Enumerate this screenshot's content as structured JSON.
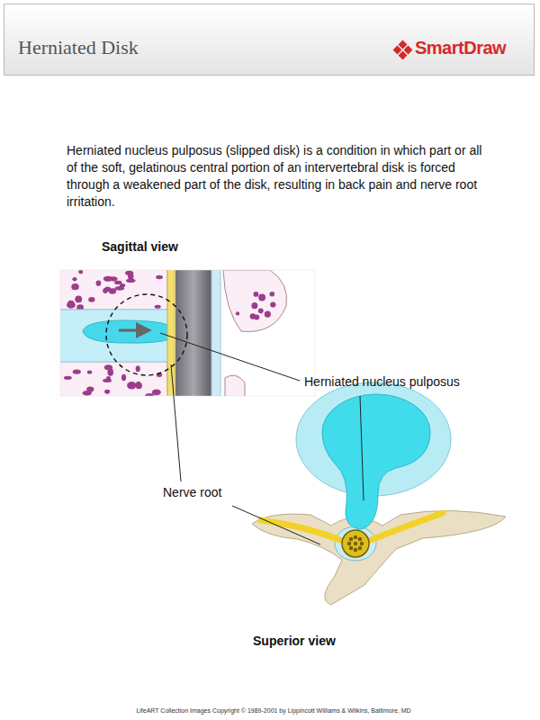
{
  "diagram": {
    "title": "Herniated Disk",
    "labels": [
      "SmartDraw",
      "Herniated nucleus pulposus (slipped disk) is a condition in which part or all of the soft, gelatinous central portion of an intervertebral disk is forced through a weakened part of the disk, resulting in back pain and nerve root irritation.",
      "Sagittal view",
      "Herniated nucleus pulposus",
      "Nerve root",
      "Superior view",
      "LifeART Collection Images Copyright © 1989-2001 by Lippincott Williams & Wilkins, Baltimore, MD"
    ]
  }
}
